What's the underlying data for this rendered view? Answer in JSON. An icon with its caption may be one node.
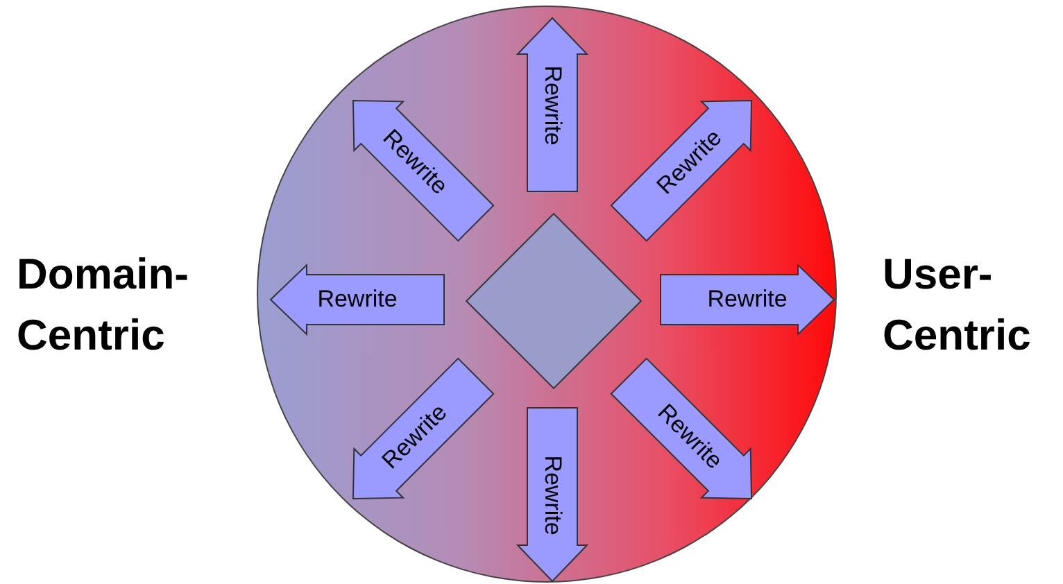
{
  "diagram": {
    "nodes": [
      {
        "text": [],
        "shape": "circle"
      },
      {
        "text": [],
        "shape": "diamond",
        "in": 0
      }
    ],
    "edges": [
      {
        "from": 1,
        "to": null,
        "arrow": "to",
        "label": "Rewrite"
      },
      {
        "from": 1,
        "to": null,
        "arrow": "to",
        "label": "Rewrite"
      },
      {
        "from": 1,
        "to": null,
        "arrow": "to",
        "label": "Rewrite"
      },
      {
        "from": 1,
        "to": null,
        "arrow": "to",
        "label": "Rewrite"
      },
      {
        "from": 1,
        "to": null,
        "arrow": "to",
        "label": "Rewrite"
      },
      {
        "from": 1,
        "to": null,
        "arrow": "to",
        "label": "Rewrite"
      },
      {
        "from": 1,
        "to": null,
        "arrow": "to",
        "label": "Rewrite"
      },
      {
        "from": 1,
        "to": null,
        "arrow": "to",
        "label": "Rewrite"
      }
    ],
    "labels": [
      "Domain-Centric",
      "User-Centric"
    ]
  }
}
